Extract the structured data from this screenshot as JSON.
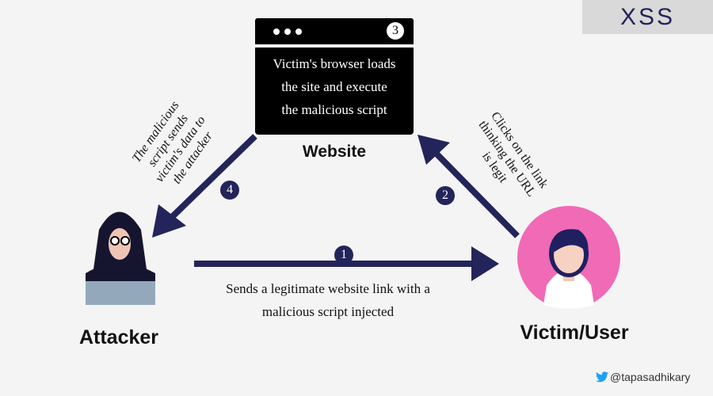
{
  "corner_title": "XSS",
  "website": {
    "step": "3",
    "description": [
      "Victim's browser loads",
      "the site and execute",
      "the malicious script"
    ],
    "label": "Website"
  },
  "steps": [
    {
      "number": "1",
      "text": [
        "Sends a legitimate website link with a",
        "malicious script injected"
      ]
    },
    {
      "number": "2",
      "text": [
        "Clicks on the link",
        "thinking the URL",
        "is legit"
      ]
    },
    {
      "number": "4",
      "text": [
        "The malicious",
        "script sends",
        "victim's data to",
        "the attacker"
      ]
    }
  ],
  "attacker": {
    "label": "Attacker"
  },
  "victim": {
    "label": "Victim/User"
  },
  "credit": {
    "icon": "twitter-icon",
    "handle": "@tapasadhikary"
  },
  "colors": {
    "navy": "#23245a",
    "pink": "#f06ab6",
    "background": "#f4f4f4"
  }
}
